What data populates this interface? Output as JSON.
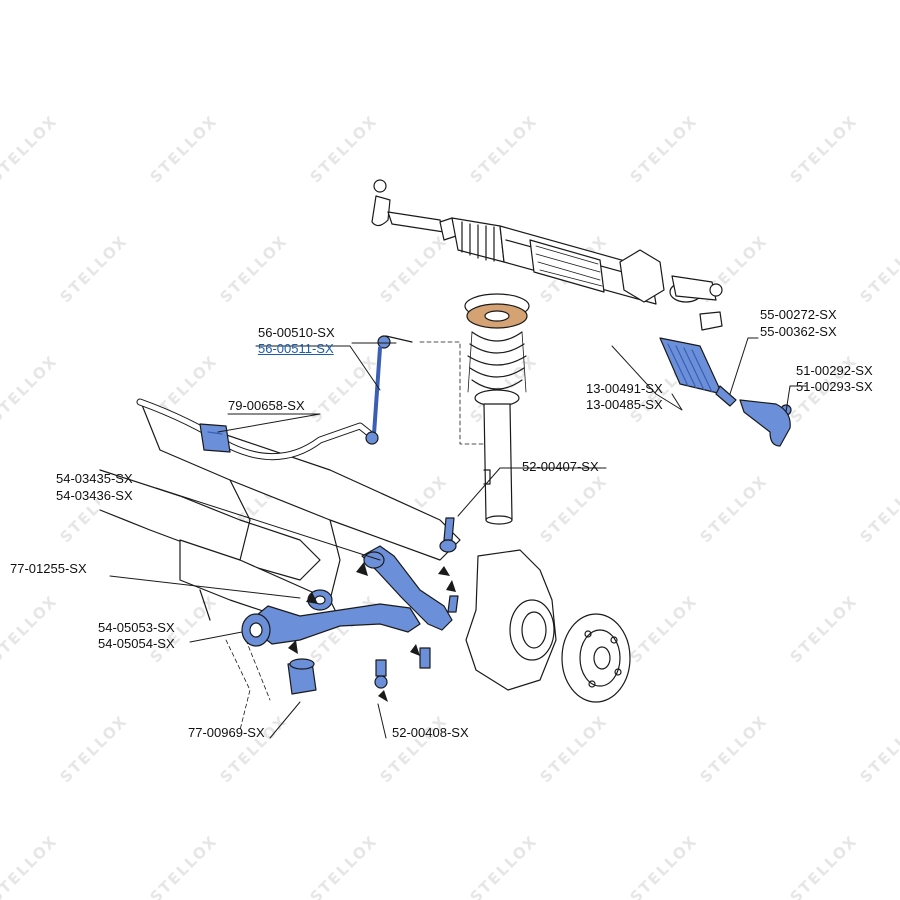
{
  "watermark": {
    "text": "STELLOX"
  },
  "colors": {
    "highlight": "#6b8fd8",
    "highlight_dark": "#3b5fb5",
    "spring_pad": "#d4a273",
    "outline": "#1a1a1a",
    "selected_label": "#1c5ea8"
  },
  "labels": {
    "stab_link_a": "56-00510-SX",
    "stab_link_b": "56-00511-SX",
    "stab_bush": "79-00658-SX",
    "upper_arm_a": "54-03435-SX",
    "upper_arm_b": "54-03436-SX",
    "sub_bush": "77-01255-SX",
    "lower_arm_a": "54-05053-SX",
    "lower_arm_b": "54-05054-SX",
    "lower_bush": "77-00969-SX",
    "ball_joint_low": "52-00408-SX",
    "ball_joint_up": "52-00407-SX",
    "boot_a": "13-00491-SX",
    "boot_b": "13-00485-SX",
    "rod_a": "55-00272-SX",
    "rod_b": "55-00362-SX",
    "tie_end_a": "51-00292-SX",
    "tie_end_b": "51-00293-SX"
  }
}
